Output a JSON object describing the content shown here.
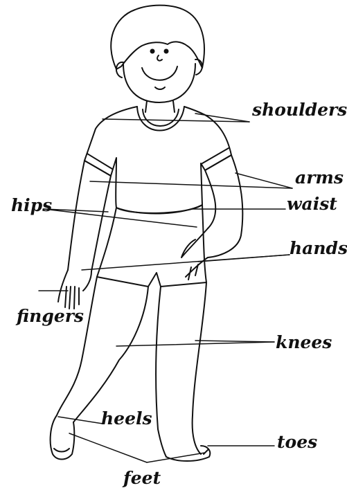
{
  "labels": {
    "shoulders": "shoulders",
    "arms": "arms",
    "waist": "waist",
    "hips": "hips",
    "hands": "hands",
    "fingers": "fingers",
    "knees": "knees",
    "heels": "heels",
    "toes": "toes",
    "feet": "feet"
  },
  "colors": {
    "ink": "#111111",
    "paper": "#ffffff"
  }
}
